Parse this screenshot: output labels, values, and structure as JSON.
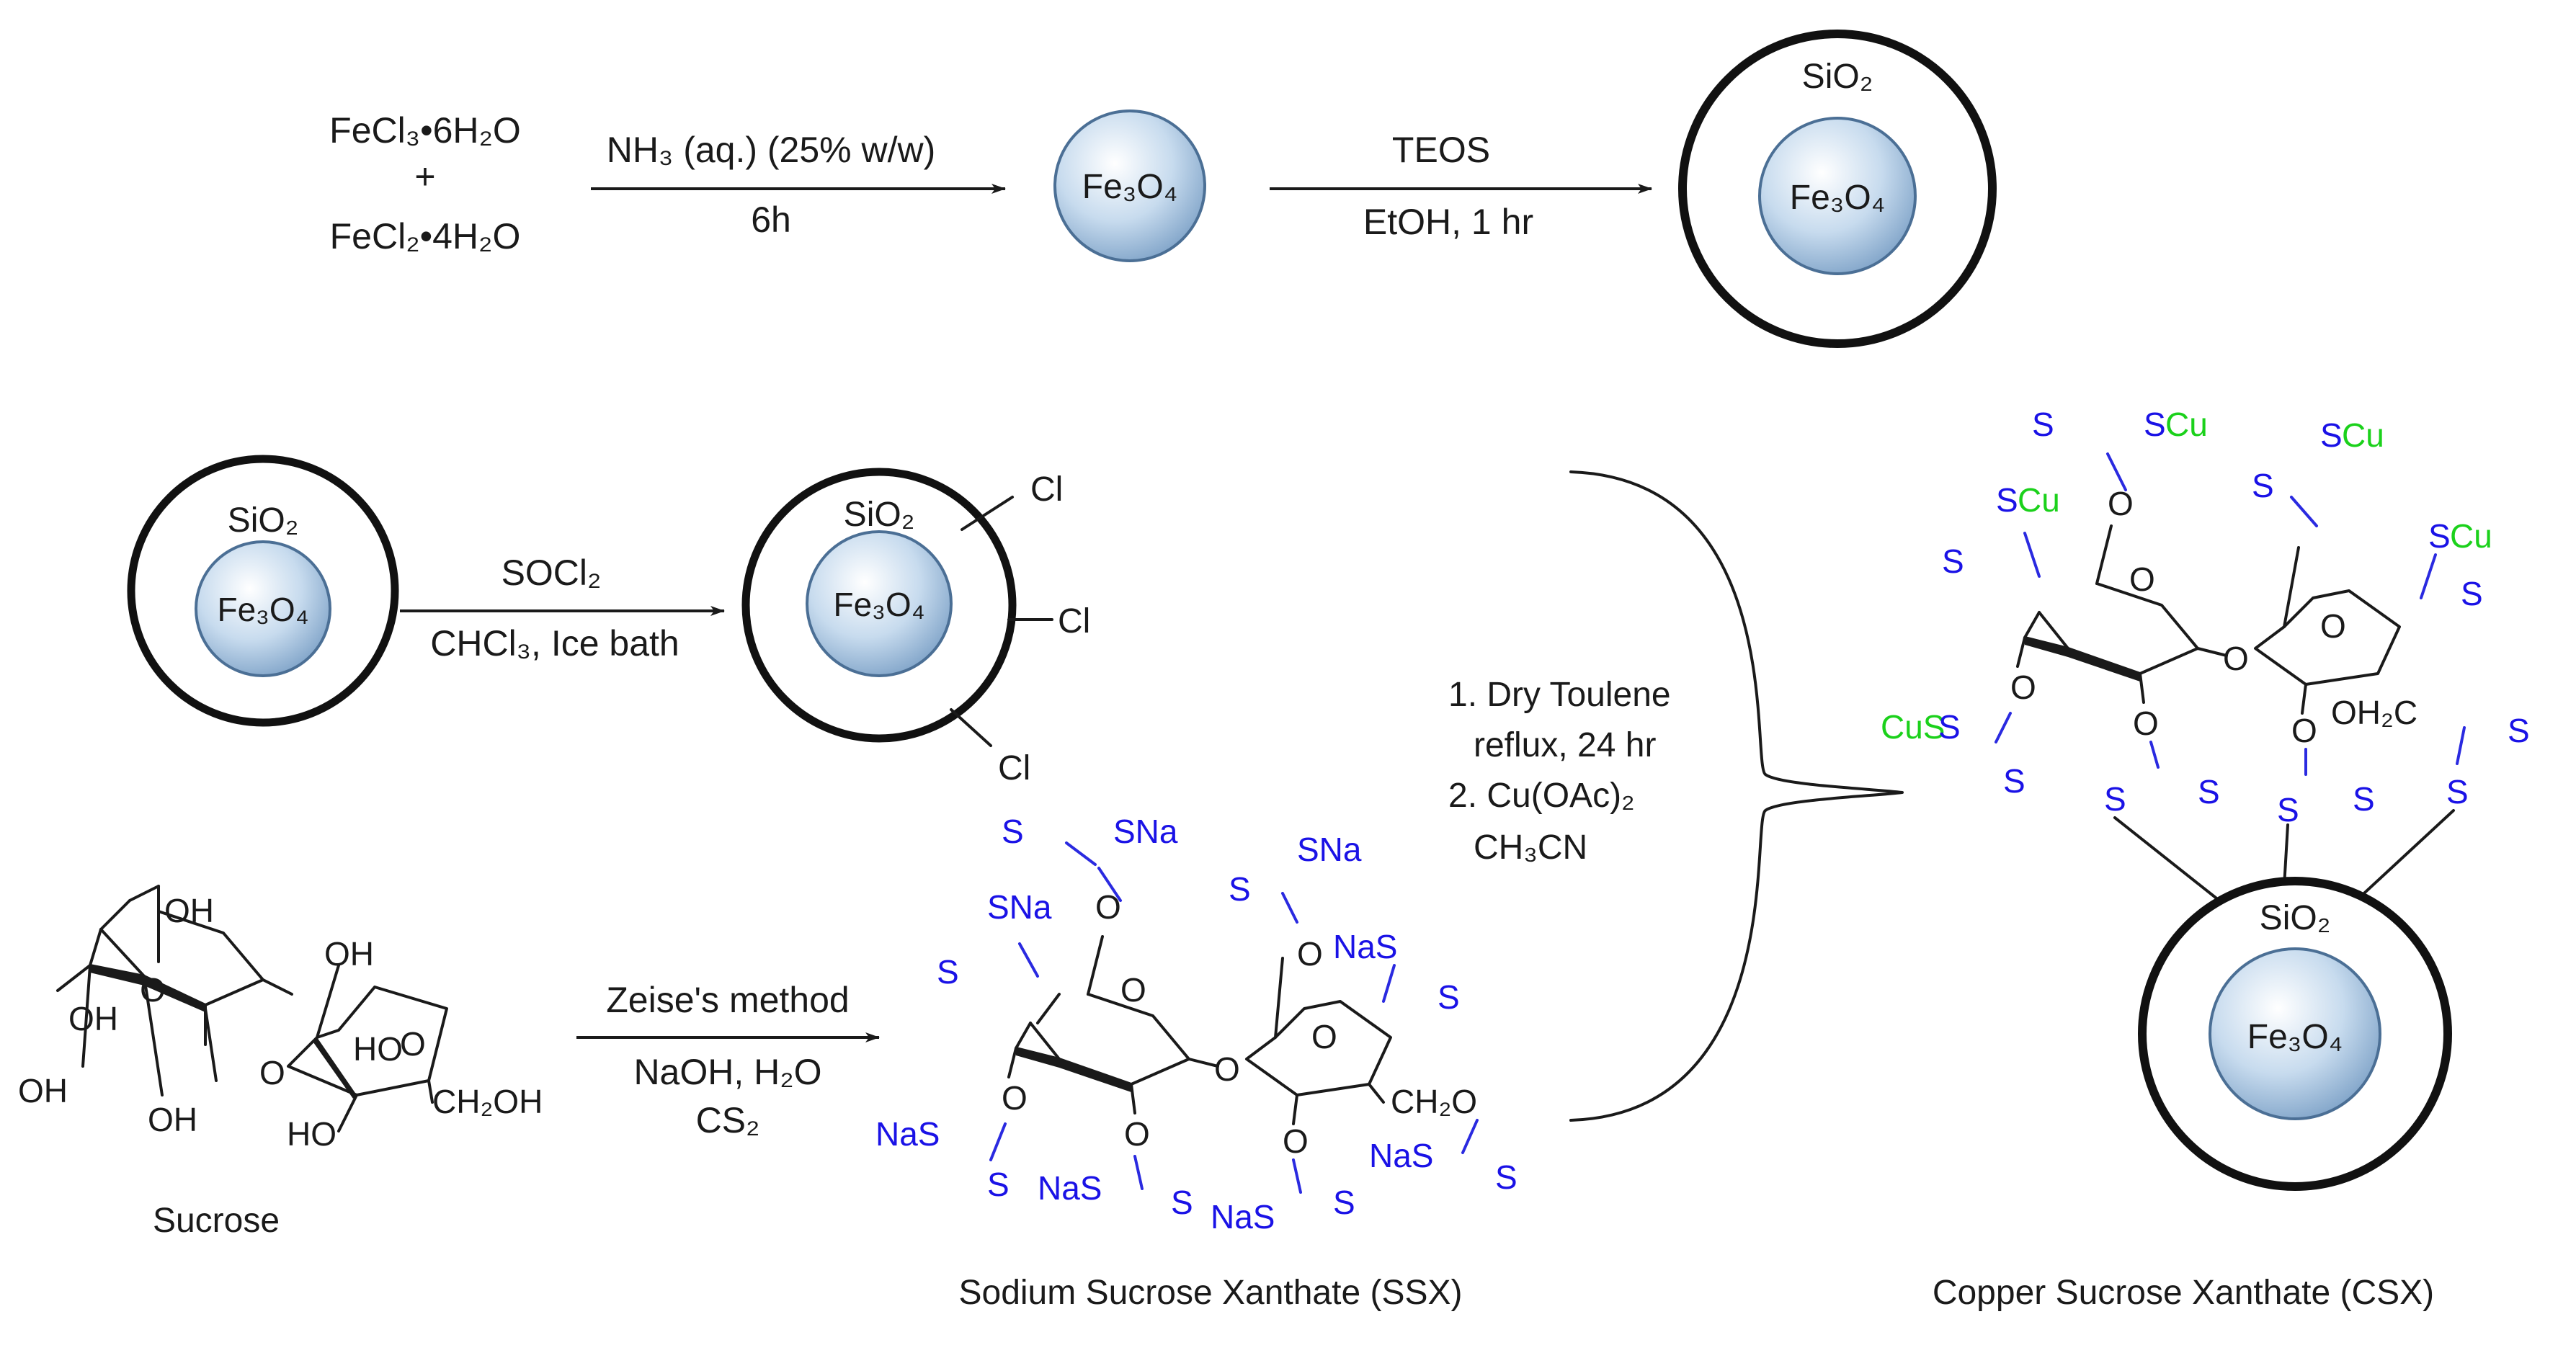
{
  "step1": {
    "reactant1": "FeCl₃•6H₂O",
    "plus": "+",
    "reactant2": "FeCl₂•4H₂O",
    "cond_top": "NH₃ (aq.) (25% w/w)",
    "cond_bottom": "6h",
    "product": "Fe₃O₄"
  },
  "step2": {
    "cond_top": "TEOS",
    "cond_bottom": "EtOH, 1 hr",
    "shell": "SiO₂",
    "core": "Fe₃O₄"
  },
  "step3": {
    "cond_top": "SOCl₂",
    "cond_bottom": "CHCl₃, Ice bath",
    "shell": "SiO₂",
    "core": "Fe₃O₄",
    "chloro": [
      "Cl",
      "Cl",
      "Cl"
    ]
  },
  "sucrose": {
    "caption": "Sucrose",
    "labels": [
      "OH",
      "O",
      "OH",
      "OH",
      "OH",
      "OH",
      "O",
      "HO",
      "O",
      "HO",
      "CH₂OH"
    ]
  },
  "step4": {
    "cond_top": "Zeise's method",
    "cond_mid": "NaOH, H₂O",
    "cond_bottom": "CS₂"
  },
  "ssx": {
    "caption": "Sodium Sucrose Xanthate (SSX)",
    "blue_labels": [
      "S",
      "SNa",
      "SNa",
      "S",
      "SNa",
      "S",
      "NaS",
      "S",
      "NaS",
      "S",
      "NaS",
      "S",
      "NaS",
      "S",
      "NaS",
      "S"
    ],
    "black_labels": [
      "O",
      "O",
      "O",
      "O",
      "O",
      "O",
      "O",
      "O",
      "CH₂O"
    ]
  },
  "step5": {
    "line1": "1. Dry Toulene",
    "line2": "reflux, 24 hr",
    "line3": "2. Cu(OAc)₂",
    "line4": "CH₃CN"
  },
  "csx": {
    "caption": "Copper Sucrose Xanthate (CSX)",
    "shell": "SiO₂",
    "core": "Fe₃O₄",
    "cu_labels": [
      "Cu",
      "Cu",
      "Cu",
      "Cu",
      "CuS"
    ],
    "blue_labels": [
      "S",
      "S",
      "S",
      "S",
      "S",
      "S",
      "S",
      "S",
      "S",
      "S",
      "S",
      "S",
      "S",
      "S",
      "S",
      "S"
    ],
    "black_labels": [
      "O",
      "O",
      "O",
      "O",
      "O",
      "O",
      "O",
      "OH₂C"
    ]
  },
  "colors": {
    "xanthate": "#1a12e6",
    "copper": "#1bd11b",
    "core_fill": "#b7cfe6",
    "text": "#1a1a1a"
  }
}
